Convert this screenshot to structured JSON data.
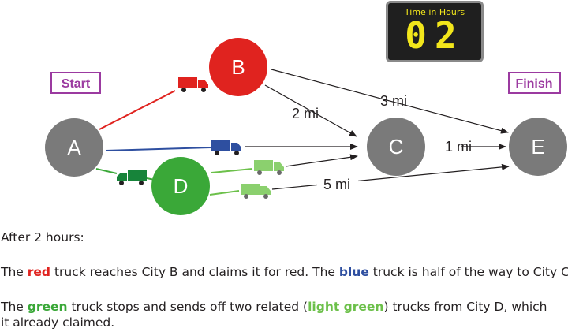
{
  "timer": {
    "label": "Time in Hours",
    "value": "02"
  },
  "labels": {
    "start": "Start",
    "finish": "Finish"
  },
  "nodes": {
    "a": "A",
    "b": "B",
    "c": "C",
    "d": "D",
    "e": "E"
  },
  "edges": {
    "b_c": "2 mi",
    "b_e": "3 mi",
    "c_e": "1 mi",
    "d_e": "5 mi"
  },
  "colors": {
    "red": "#e0231f",
    "blue": "#2e4fa0",
    "green": "#3aa838",
    "light_green": "#8bd06e",
    "gray_node": "#7a7a7a",
    "label_border": "#9b3aa0"
  },
  "caption": {
    "line1": "After 2 hours:",
    "p1": {
      "pre": "The ",
      "red": "red",
      "mid": " truck reaches City B and claims it for red. The ",
      "blue": "blue",
      "post": " truck is half of the way to City C."
    },
    "p2": {
      "pre": "The ",
      "green": "green",
      "mid": " truck stops and sends off two related (",
      "lgreen": "light green",
      "post": ") trucks from City D, which"
    },
    "p2b": "it already claimed."
  }
}
